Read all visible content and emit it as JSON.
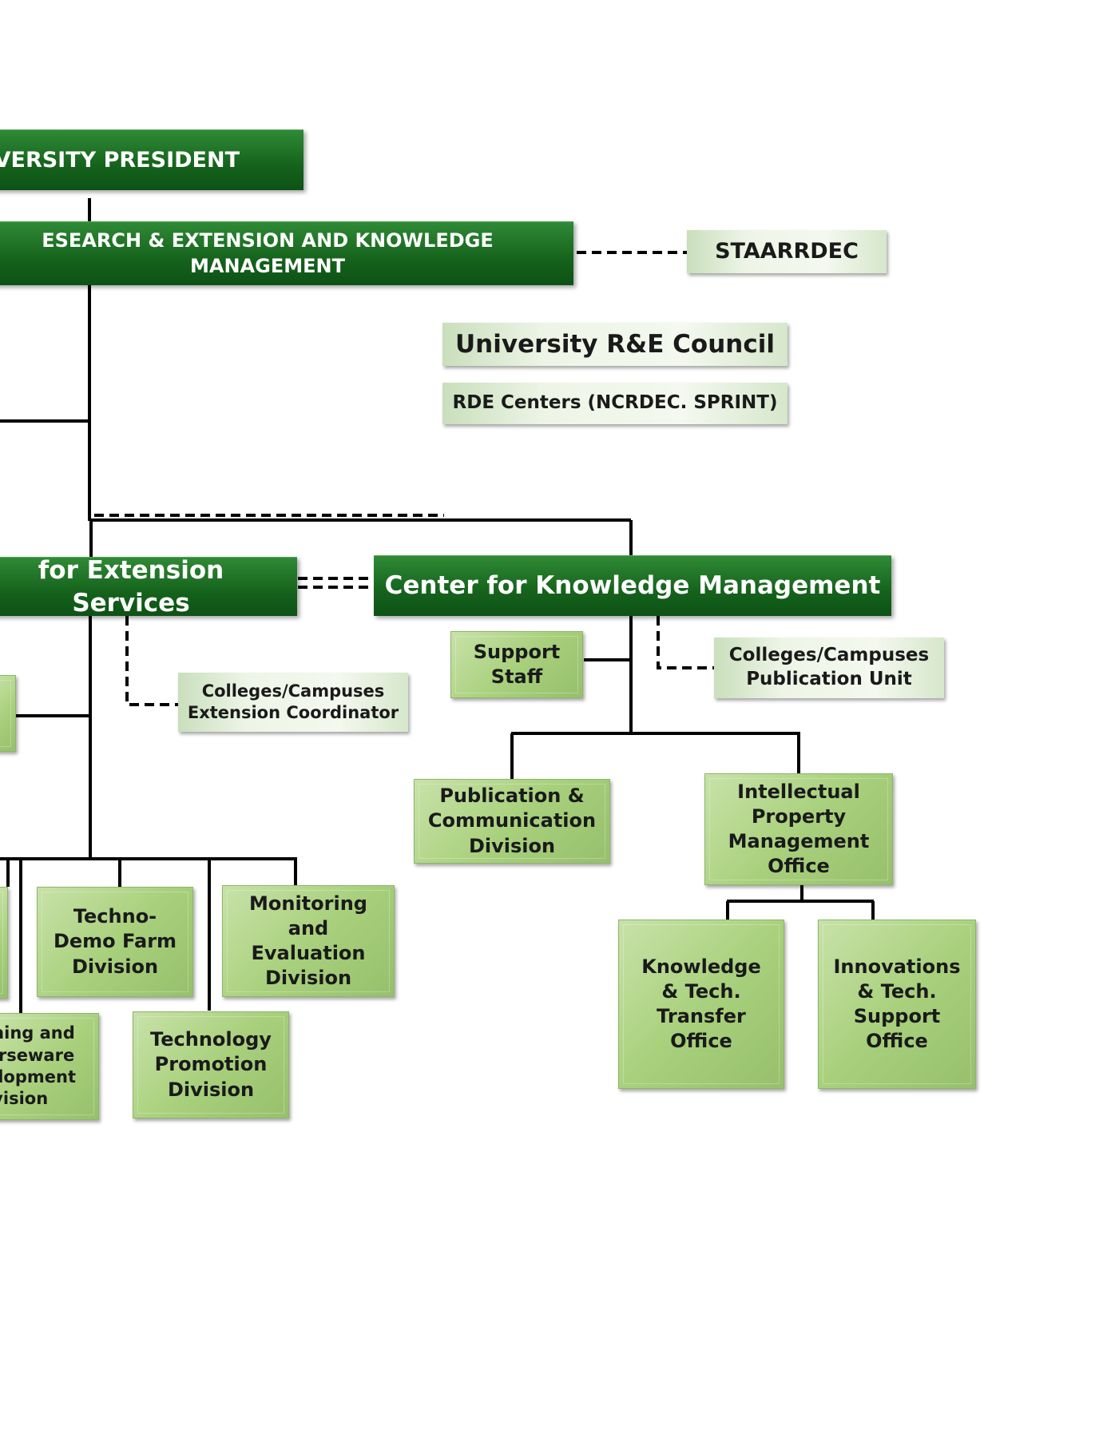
{
  "nodes": {
    "president": "VERSITY PRESIDENT",
    "vp": "ESEARCH & EXTENSION AND KNOWLEDGE MANAGEMENT",
    "staarrdec": "STAARRDEC",
    "council": "University R&E Council",
    "rde_centers": "RDE Centers (NCRDEC. SPRINT)",
    "extension_services": "for Extension Services",
    "knowledge_management": "Center for Knowledge Management",
    "support_staff": "Support\nStaff",
    "publication_unit": "Colleges/Campuses\nPublication Unit",
    "extension_coordinator": "Colleges/Campuses\nExtension Coordinator",
    "publication_division": "Publication &\nCommunication\nDivision",
    "ip_office": "Intellectual\nProperty\nManagement\nOffice",
    "techno_demo": "Techno-\nDemo Farm\nDivision",
    "monitoring": "Monitoring\nand\nEvaluation\nDivision",
    "training": "ining and\nurseware\nelopment\nivision",
    "tech_promotion": "Technology\nPromotion\nDivision",
    "knowledge_transfer": "Knowledge\n& Tech.\nTransfer\nOffice",
    "innovations": "Innovations\n& Tech.\nSupport\nOffice"
  },
  "colors": {
    "dark_green": "#15621c",
    "light_green": "#a9d17d",
    "pale_green": "#eef5e7",
    "line": "#000000"
  }
}
